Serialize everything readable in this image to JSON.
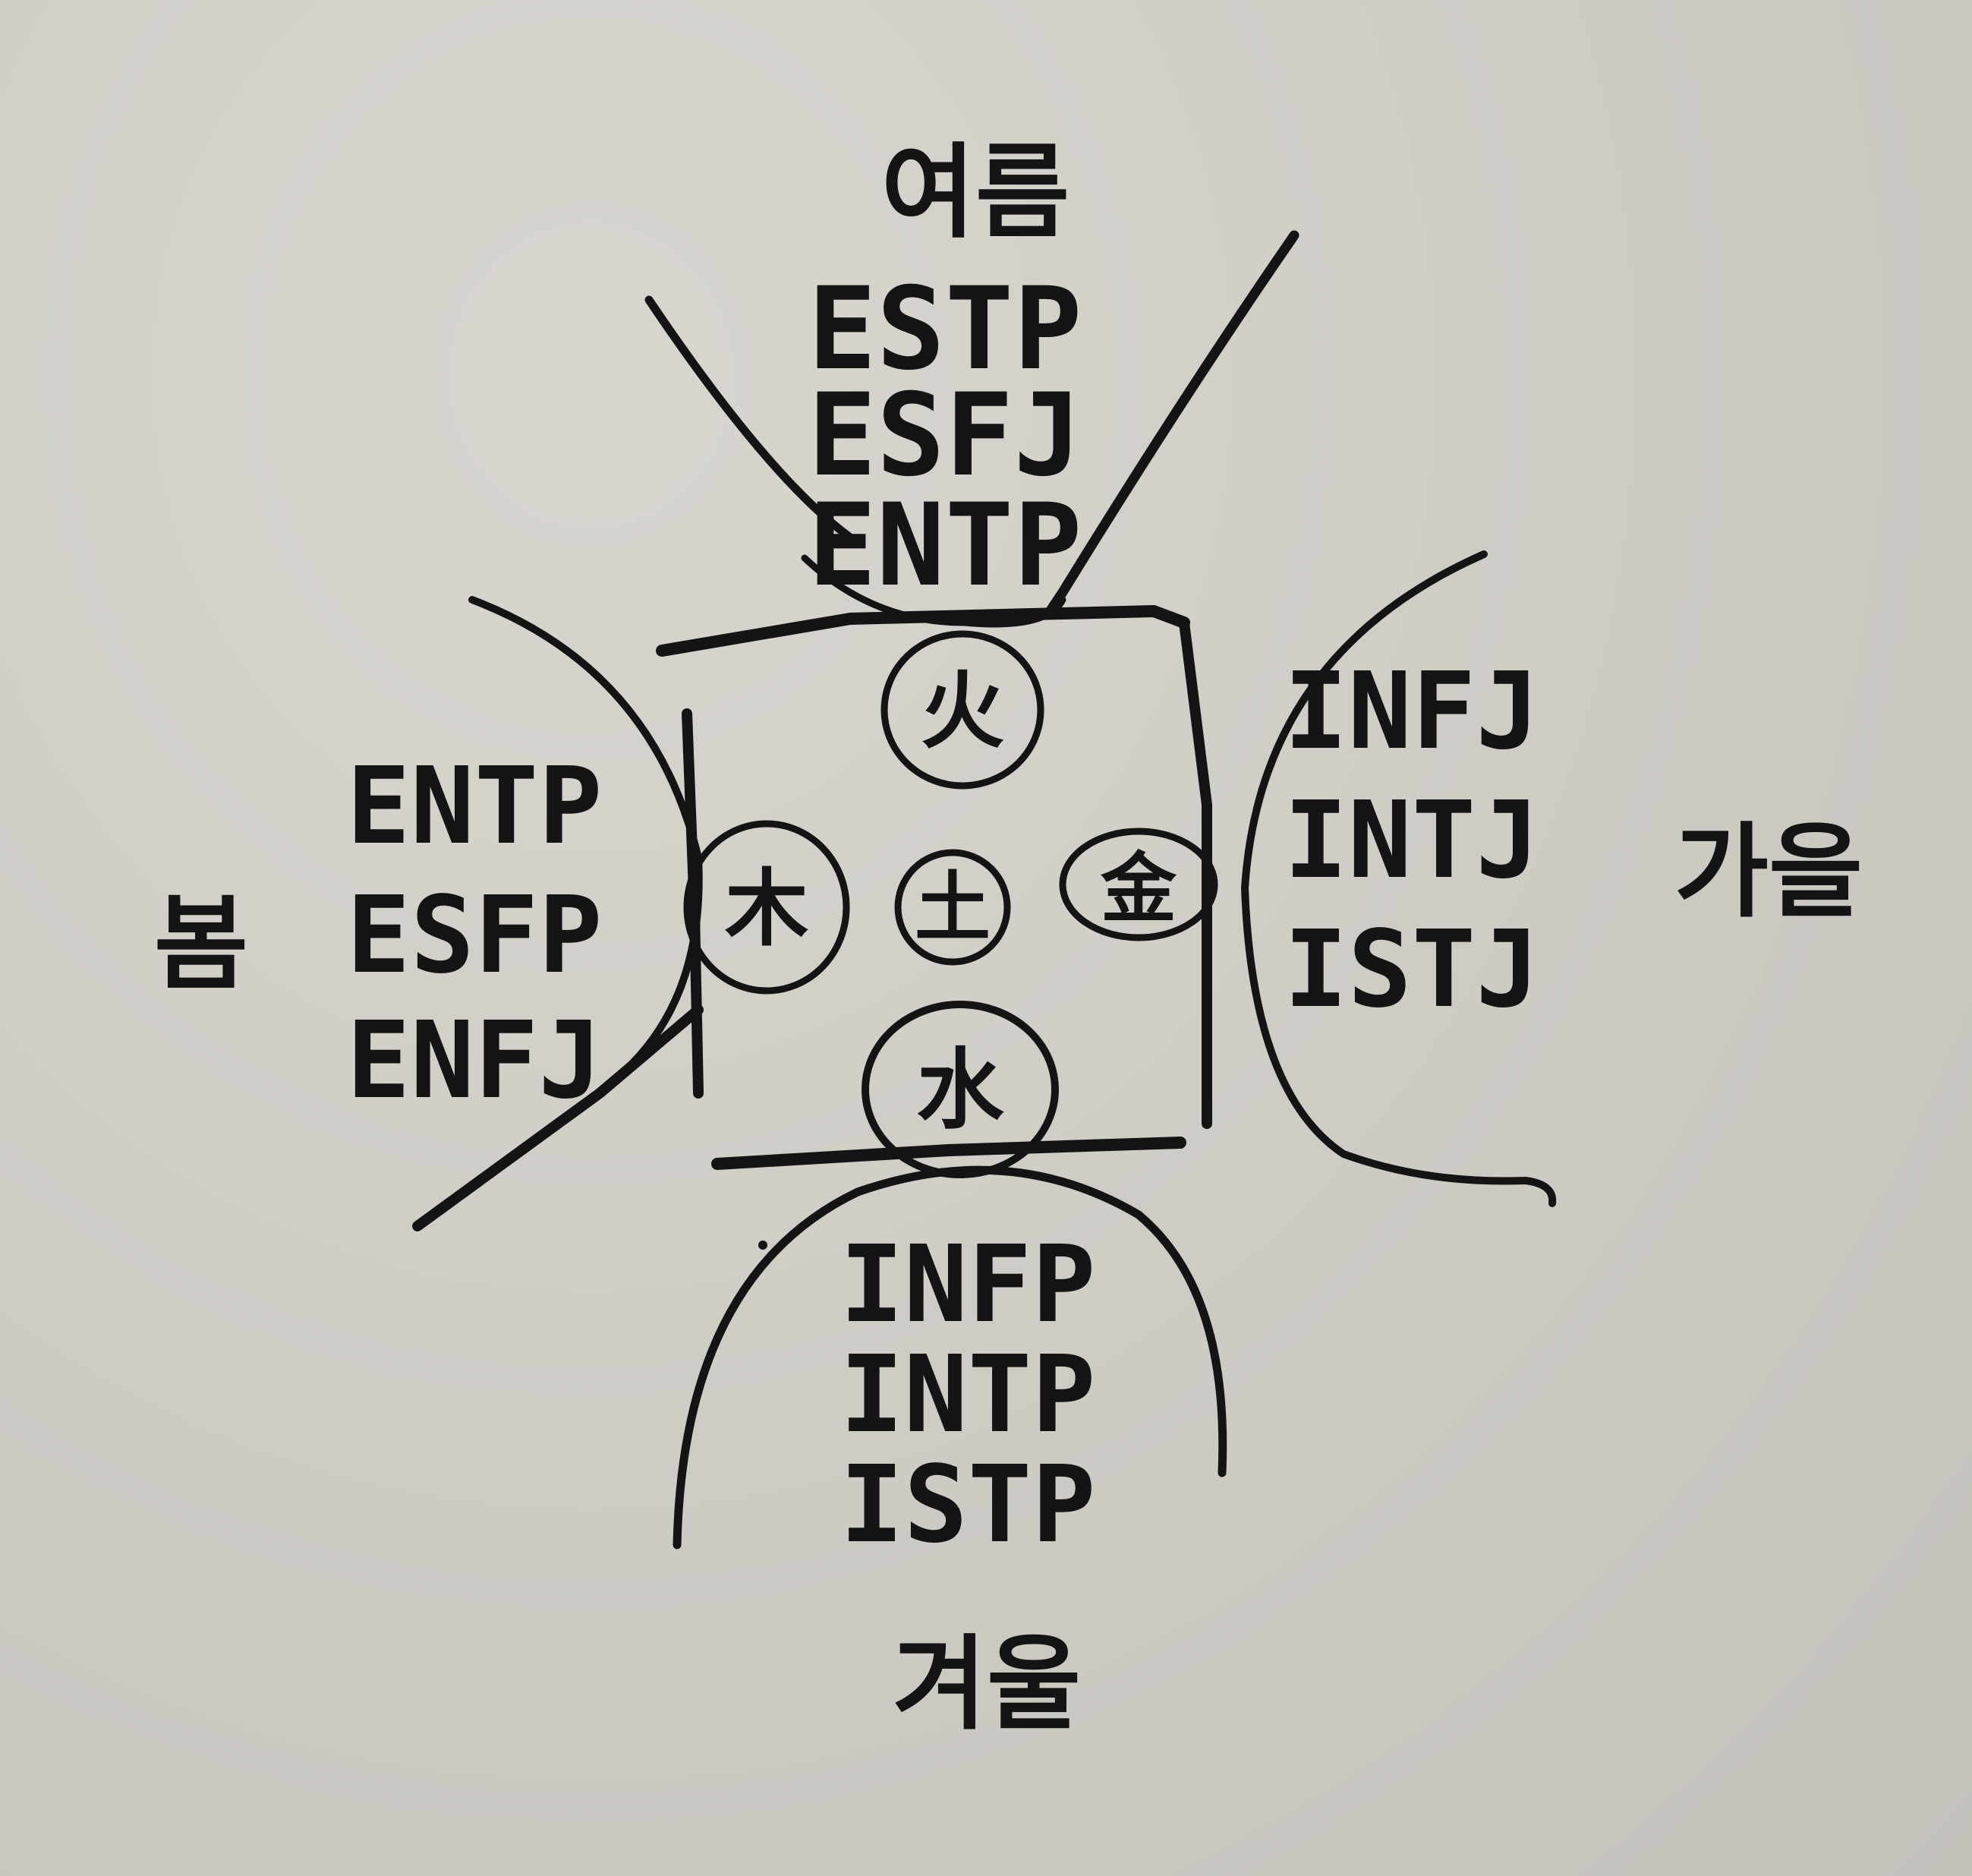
{
  "top": {
    "label": "여름",
    "types": [
      "ESTP",
      "ESFJ",
      "ENTP"
    ]
  },
  "left": {
    "label": "봄",
    "types": [
      "ENTP",
      "ESFP",
      "ENFJ"
    ]
  },
  "right": {
    "label": "가을",
    "types": [
      "INFJ",
      "INTJ",
      "ISTJ"
    ]
  },
  "bottom": {
    "label": "겨울",
    "types": [
      "INFP",
      "INTP",
      "ISTP"
    ]
  },
  "elements": {
    "top": "火",
    "left": "木",
    "center": "土",
    "right": "金",
    "bottom": "水"
  },
  "colors": {
    "ink": "#141414",
    "paper": "#cfcdc6"
  }
}
